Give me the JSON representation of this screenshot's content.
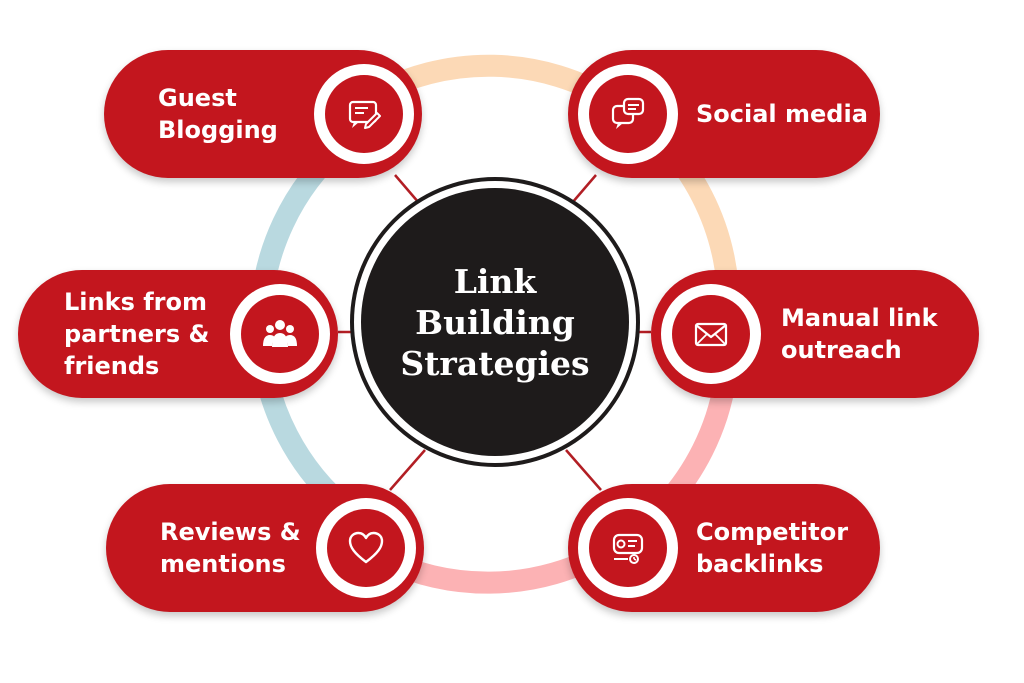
{
  "center": {
    "title_lines": [
      "Link",
      "Building",
      "Strategies"
    ]
  },
  "strategies": [
    {
      "lines": [
        "Guest",
        "Blogging"
      ],
      "icon": "blog-writing-icon"
    },
    {
      "lines": [
        "Social media"
      ],
      "icon": "chat-bubbles-icon"
    },
    {
      "lines": [
        "Links from",
        "partners &",
        "friends"
      ],
      "icon": "group-people-icon"
    },
    {
      "lines": [
        "Manual link",
        "outreach"
      ],
      "icon": "envelope-icon"
    },
    {
      "lines": [
        "Reviews &",
        "mentions"
      ],
      "icon": "heart-icon"
    },
    {
      "lines": [
        "Competitor",
        "backlinks"
      ],
      "icon": "analytics-icon"
    }
  ],
  "colors": {
    "pill": "#c3161e",
    "center": "#1e1b1b",
    "ring_top": "#fcd9b6",
    "ring_left": "#b9d9e0",
    "ring_bottom": "#fcb2b4",
    "connector": "#b21e24"
  }
}
